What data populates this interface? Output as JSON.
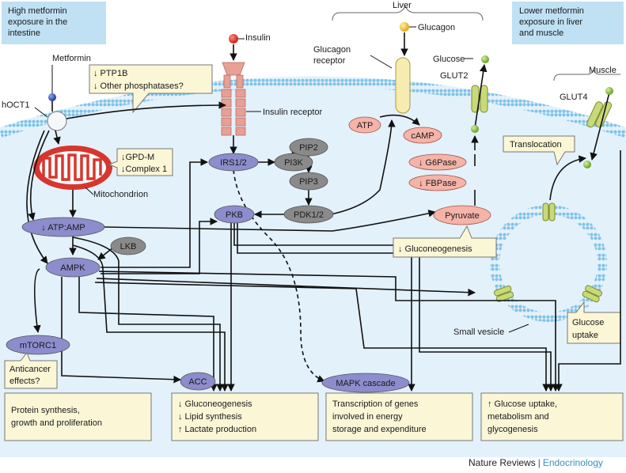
{
  "figure": {
    "callouts": {
      "high_exposure": [
        "High metformin",
        "exposure in the",
        "intestine"
      ],
      "low_exposure": [
        "Lower metformin",
        "exposure in liver",
        "and muscle"
      ],
      "ptp1b": [
        "↓ PTP1B",
        "↓ Other phosphatases?"
      ],
      "gpdm": [
        "↓GPD-M",
        "↓Complex 1"
      ],
      "anticancer": [
        "Anticancer",
        "effects?"
      ],
      "translocation": "Translocation",
      "gluconeo_down": "↓ Gluconeogenesis",
      "glucose_uptake_box": [
        "Glucose",
        "uptake"
      ]
    },
    "labels": {
      "metformin": "Metformin",
      "hoct1": "hOCT1",
      "insulin": "Insulin",
      "insulin_receptor": "Insulin receptor",
      "mitochondrion": "Mitochondrion",
      "glucagon_receptor": [
        "Glucagon",
        "receptor"
      ],
      "liver": "Liver",
      "glucagon": "Glucagon",
      "glucose": "Glucose",
      "glut2": "GLUT2",
      "muscle": "Muscle",
      "glut4": "GLUT4",
      "small_vesicle": "Small vesicle"
    },
    "nodes": {
      "atp_amp": "↓ ATP:AMP",
      "lkb": "LKB",
      "ampk": "AMPK",
      "mtorc1": "mTORC1",
      "acc": "ACC",
      "irs": "IRS1/2",
      "pi3k": "PI3K",
      "pip2": "PIP2",
      "pip3": "PIP3",
      "pdk": "PDK1/2",
      "pkb": "PKB",
      "mapk": "MAPK cascade",
      "atp": "ATP",
      "camp": "cAMP",
      "g6pase": "↓ G6Pase",
      "fbpase": "↓ FBPase",
      "pyruvate": "Pyruvate"
    },
    "outcomes": {
      "protein": [
        "Protein synthesis,",
        "growth and proliferation"
      ],
      "gluco": [
        "↓ Gluconeogenesis",
        "↓ Lipid synthesis",
        "↑ Lactate production"
      ],
      "transcription": [
        "Transcription of genes",
        "involved in energy",
        "storage and expenditure"
      ],
      "uptake": [
        "↑ Glucose uptake,",
        "metabolism and",
        "glycogenesis"
      ]
    },
    "footer": {
      "publisher": "Nature Reviews",
      "separator": "|",
      "journal": "Endocrinology"
    },
    "colors": {
      "cell": "#e3f1fb",
      "membrane_head": "#7fc3e8",
      "callout": "#fbf6d6",
      "blue_box": "#bfe1f3",
      "purple_node": "#8d8ccc",
      "grey_node": "#8a8a8a",
      "pink_node": "#f6b3a8",
      "mito": "#d7362e",
      "glut": "#c8d97a"
    }
  }
}
